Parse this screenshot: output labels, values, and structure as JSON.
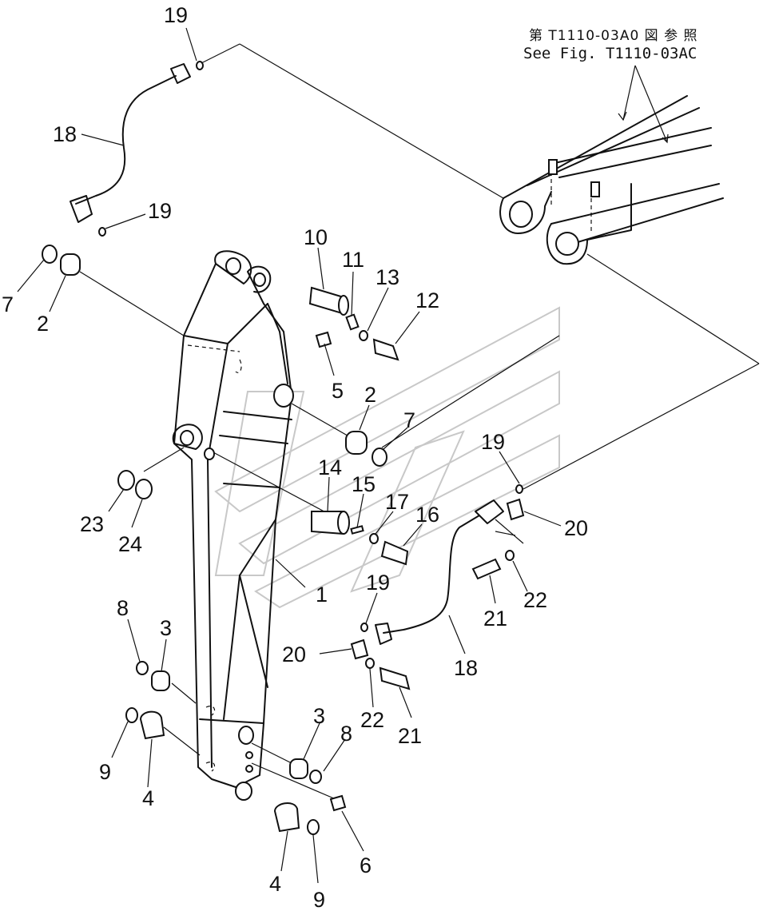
{
  "reference_note": {
    "japanese": "第 T1110-03A0 図 参 照",
    "english": "See Fig. T1110-03AC"
  },
  "callouts": [
    {
      "id": "c19a",
      "text": "19"
    },
    {
      "id": "c18a",
      "text": "18"
    },
    {
      "id": "c19b",
      "text": "19"
    },
    {
      "id": "c7a",
      "text": "7"
    },
    {
      "id": "c2a",
      "text": "2"
    },
    {
      "id": "c10",
      "text": "10"
    },
    {
      "id": "c11",
      "text": "11"
    },
    {
      "id": "c13",
      "text": "13"
    },
    {
      "id": "c12",
      "text": "12"
    },
    {
      "id": "c5",
      "text": "5"
    },
    {
      "id": "c2b",
      "text": "2"
    },
    {
      "id": "c7b",
      "text": "7"
    },
    {
      "id": "c19c",
      "text": "19"
    },
    {
      "id": "c14",
      "text": "14"
    },
    {
      "id": "c15",
      "text": "15"
    },
    {
      "id": "c17",
      "text": "17"
    },
    {
      "id": "c16",
      "text": "16"
    },
    {
      "id": "c20a",
      "text": "20"
    },
    {
      "id": "c23",
      "text": "23"
    },
    {
      "id": "c24",
      "text": "24"
    },
    {
      "id": "c1",
      "text": "1"
    },
    {
      "id": "c19d",
      "text": "19"
    },
    {
      "id": "c21a",
      "text": "21"
    },
    {
      "id": "c22a",
      "text": "22"
    },
    {
      "id": "c8a",
      "text": "8"
    },
    {
      "id": "c3a",
      "text": "3"
    },
    {
      "id": "c20b",
      "text": "20"
    },
    {
      "id": "c18b",
      "text": "18"
    },
    {
      "id": "c9a",
      "text": "9"
    },
    {
      "id": "c4a",
      "text": "4"
    },
    {
      "id": "c22b",
      "text": "22"
    },
    {
      "id": "c21b",
      "text": "21"
    },
    {
      "id": "c3b",
      "text": "3"
    },
    {
      "id": "c8b",
      "text": "8"
    },
    {
      "id": "c6",
      "text": "6"
    },
    {
      "id": "c4b",
      "text": "4"
    },
    {
      "id": "c9b",
      "text": "9"
    }
  ]
}
